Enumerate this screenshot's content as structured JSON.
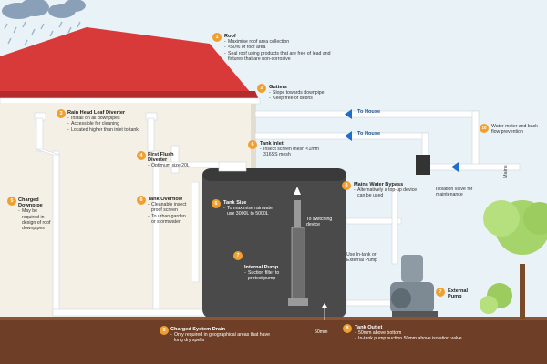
{
  "callouts": [
    {
      "n": "1",
      "title": "Roof",
      "items": [
        "Maximise roof area collection",
        "<50% of roof area",
        "Seal roof using products that are free of lead and fixtures that are non-corrosive"
      ]
    },
    {
      "n": "2",
      "title": "Gutters",
      "items": [
        "Slope towards downpipe",
        "Keep free of debris"
      ]
    },
    {
      "n": "3",
      "title": "Rain Head Leaf Diverter",
      "items": [
        "Install on all downpipes",
        "Accessible for cleaning",
        "Located higher than inlet to tank"
      ]
    },
    {
      "n": "4",
      "title": "First Flush Diverter",
      "items": [
        "Optimum size 20L"
      ]
    },
    {
      "n": "5",
      "title": "Charged Downpipe",
      "items": [
        "May be required in design of roof downpipes"
      ]
    },
    {
      "n": "6",
      "title": "Tank Overflow",
      "items": [
        "Cleanable insect proof screen",
        "To urban garden or stormwater"
      ]
    },
    {
      "n": "6",
      "title": "Tank Inlet",
      "items": [
        "Insect screen mesh <1mm 316SS mesh"
      ]
    },
    {
      "n": "6",
      "title": "Tank Size",
      "items": [
        "To maximise rainwater use 3000L to 5000L"
      ]
    },
    {
      "n": "7",
      "title": "Internal Pump",
      "items": [
        "Suction filter to protect pump"
      ]
    },
    {
      "n": "7",
      "title": "External Pump",
      "items": []
    },
    {
      "n": "8",
      "title": "Mains Water Bypass",
      "items": [
        "Alternatively a top-up device can be used"
      ]
    },
    {
      "n": "5",
      "title": "Charged System Drain",
      "items": [
        "Only required in geographical areas that have long dry spells"
      ]
    },
    {
      "n": "8",
      "title": "Tank Outlet",
      "items": [
        "50mm above bottom",
        "In-tank pump suction 50mm above isolation valve"
      ]
    },
    {
      "n": "10",
      "title": "",
      "items": [
        "Water meter and back flow prevention"
      ]
    }
  ],
  "labels": {
    "to_house_1": "To House",
    "to_house_2": "To House",
    "mains": "Mains",
    "isolation": "Isolation valve for maintenance",
    "to_switching": "To switching device",
    "in_tank": "Use In-tank or External Pump",
    "dim_50mm": "50mm"
  },
  "colors": {
    "roof": "#d83a3a",
    "wall": "#f4f0e6",
    "tank": "#4a4a4a",
    "soil": "#6e3f26",
    "grass": "#8bc34a",
    "sky": "#e9f2f7",
    "pipe": "#ffffff",
    "arrow": "#1e6fc9",
    "accent": "#f0a030"
  }
}
